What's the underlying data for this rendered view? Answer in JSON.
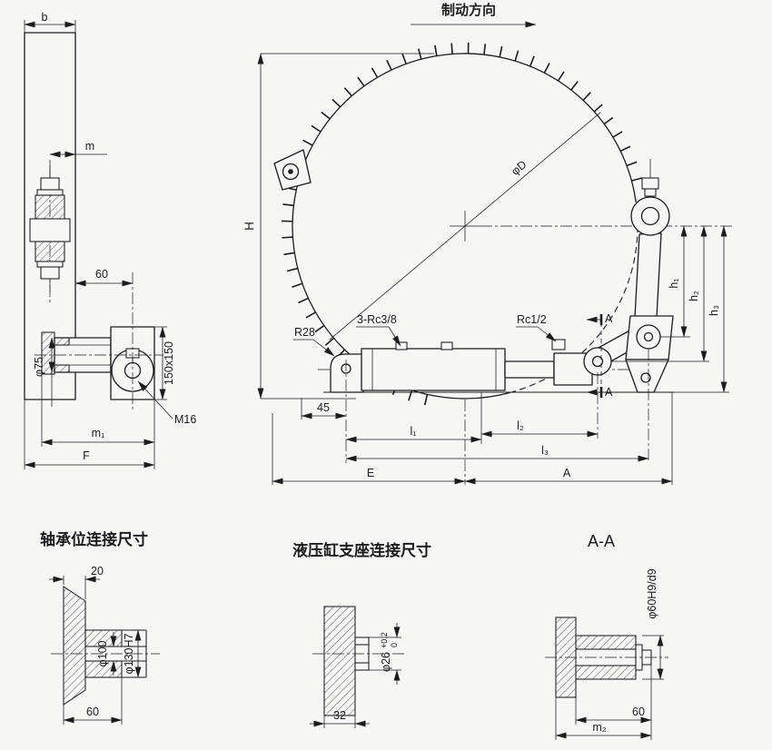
{
  "colors": {
    "background": "#f6f6f3",
    "ink": "#1c1c1c"
  },
  "main": {
    "direction": "制动方向",
    "dims": {
      "b": "b",
      "m": "m",
      "offset60": "60",
      "phi75": "φ75",
      "plate": "150x150",
      "M16": "M16",
      "m1": "m₁",
      "F": "F",
      "H": "H",
      "phiD": "φD",
      "R28": "R28",
      "ports": "3-Rc3/8",
      "port2": "Rc1/2",
      "d45": "45",
      "l1": "l₁",
      "l2": "l₂",
      "l3": "l₃",
      "E": "E",
      "A": "A",
      "h1": "h₁",
      "h2": "h₂",
      "h3": "h₃",
      "section": "A"
    }
  },
  "bearing": {
    "title": "轴承位连接尺寸",
    "dims": {
      "d20": "20",
      "phi100": "φ100",
      "phi130": "φ130H7",
      "d60": "60"
    }
  },
  "support": {
    "title": "液压缸支座连接尺寸",
    "dims": {
      "phi26": "φ26",
      "tolUp": "+0.2",
      "tolDn": "0",
      "d32": "32"
    }
  },
  "section": {
    "title": "A-A",
    "dims": {
      "phi60": "φ60H9/d9",
      "d60": "60",
      "m2": "m₂"
    }
  }
}
